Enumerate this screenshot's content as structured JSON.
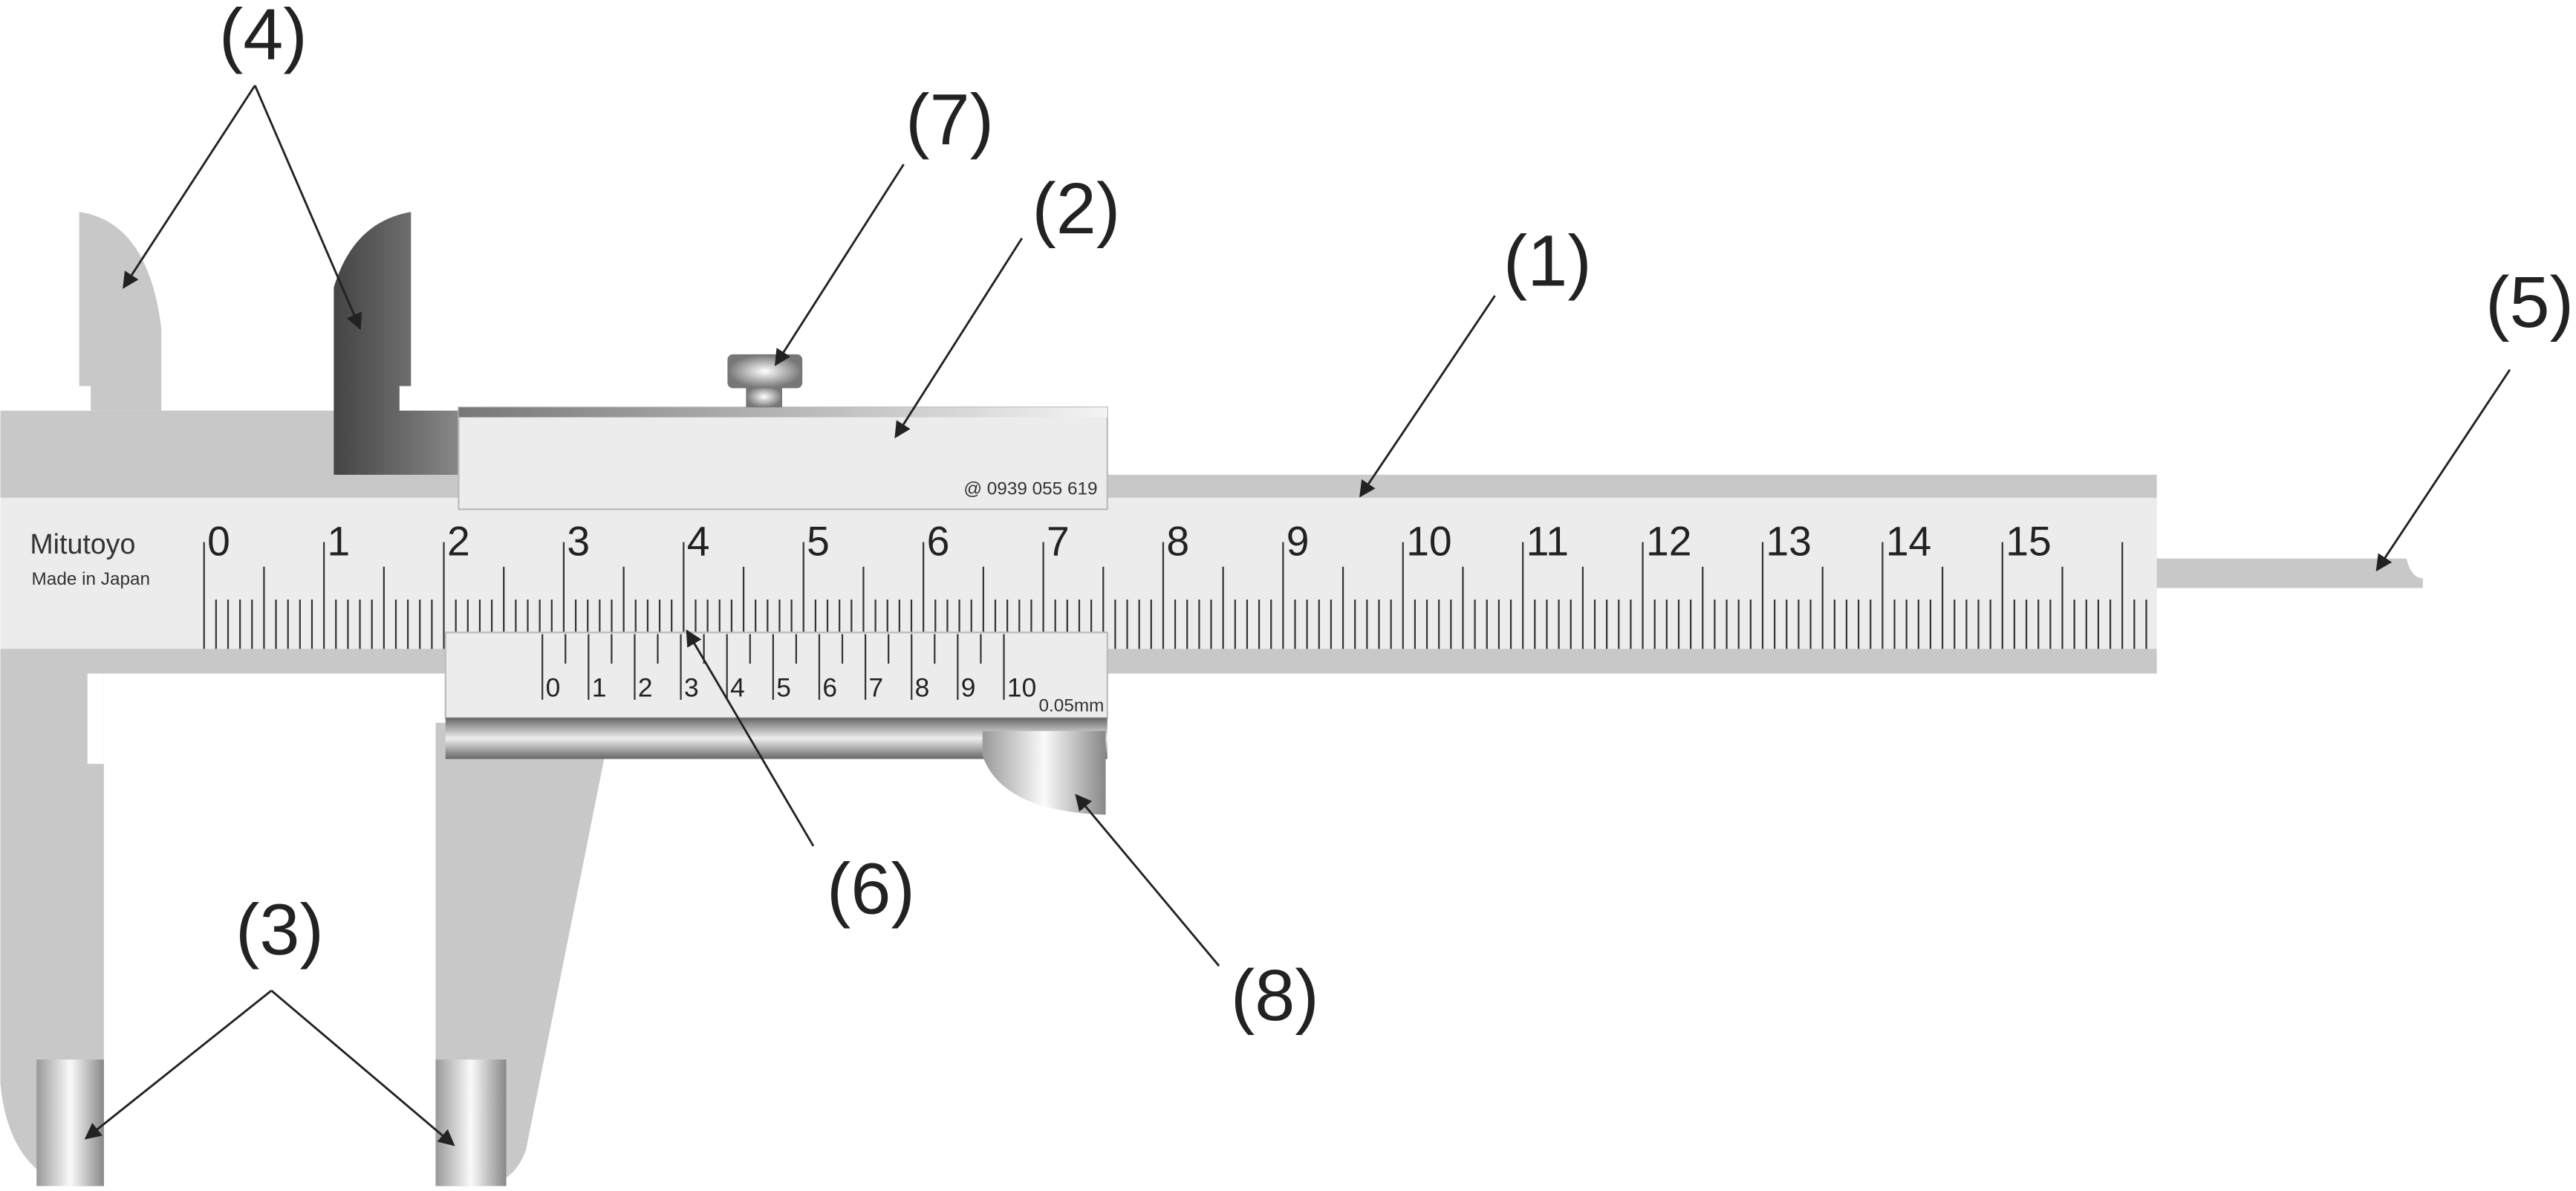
{
  "brand": {
    "name": "Mitutoyo",
    "origin": "Made in Japan"
  },
  "slider_text": "@ 0939 055 619",
  "vernier_resolution": "0.05mm",
  "main_scale": {
    "labels": [
      "0",
      "1",
      "2",
      "3",
      "4",
      "5",
      "6",
      "7",
      "8",
      "9",
      "10",
      "11",
      "12",
      "13",
      "14",
      "15"
    ],
    "unit": "mm",
    "total_mm": 162
  },
  "vernier_scale": {
    "labels": [
      "0",
      "1",
      "2",
      "3",
      "4",
      "5",
      "6",
      "7",
      "8",
      "9",
      "10"
    ],
    "divisions": 20
  },
  "callouts": {
    "c1": "(1)",
    "c2": "(2)",
    "c3": "(3)",
    "c4": "(4)",
    "c5": "(5)",
    "c6": "(6)",
    "c7": "(7)",
    "c8": "(8)"
  },
  "colors": {
    "body": "#c8c8c8",
    "scale_face": "#ececec",
    "dark_jaw": "#555555",
    "ink": "#222222"
  }
}
